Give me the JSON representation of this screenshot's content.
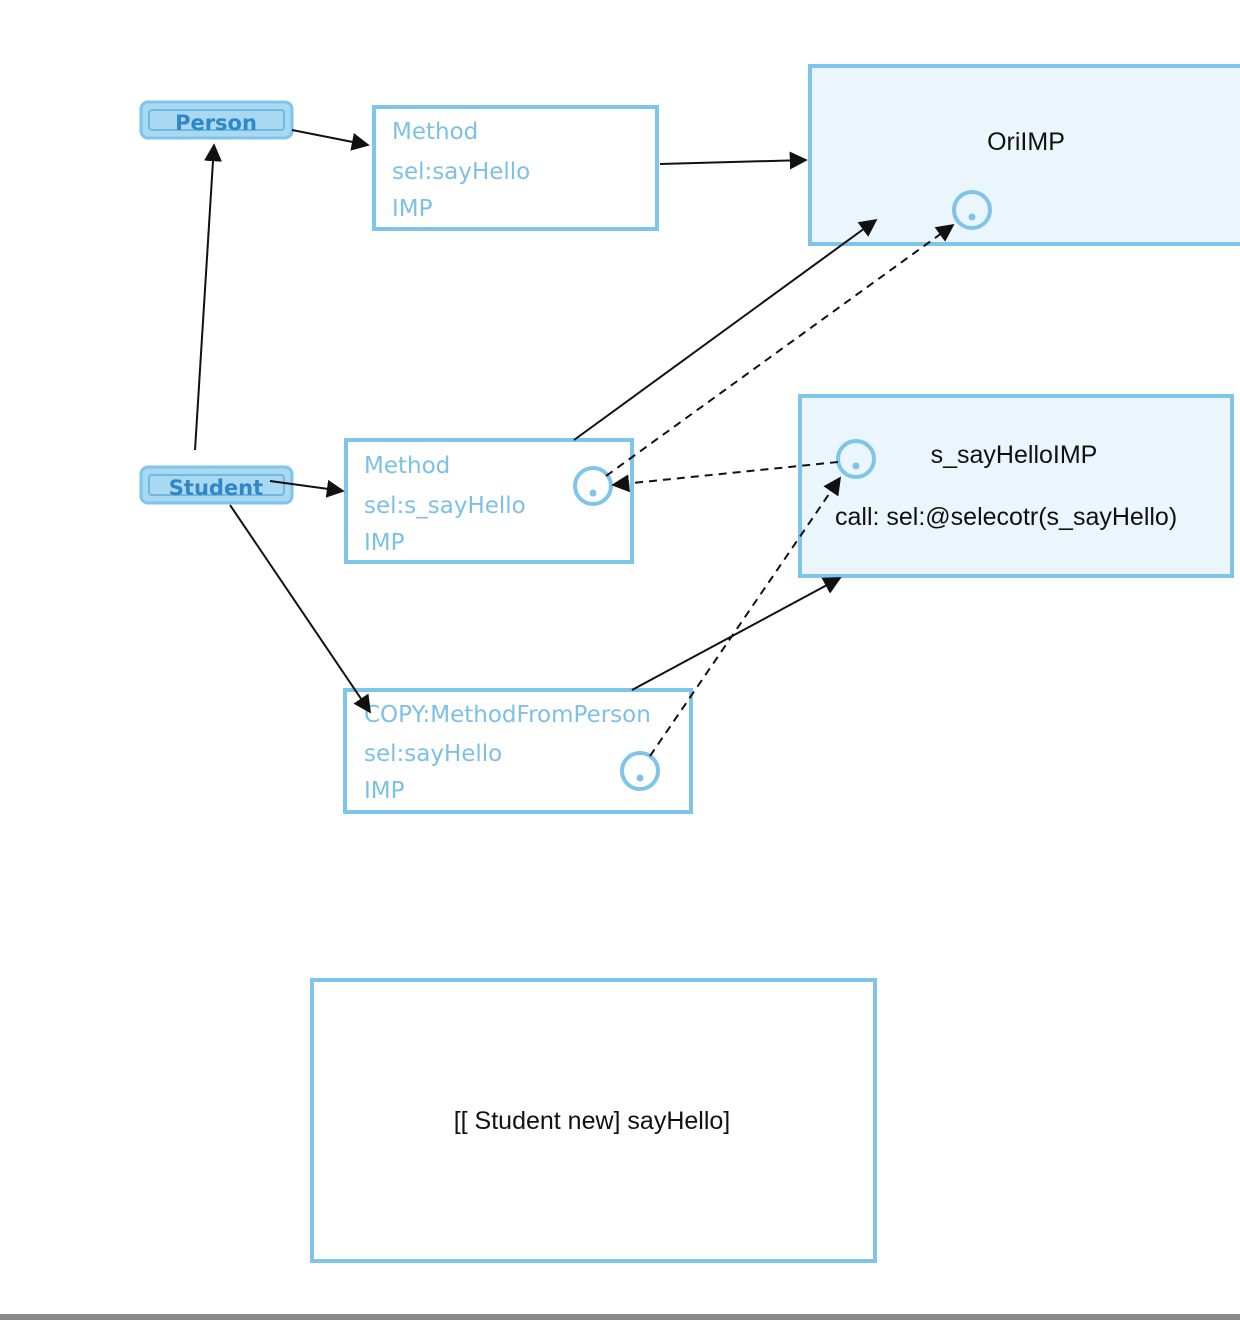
{
  "classes": {
    "person": "Person",
    "student": "Student"
  },
  "method_person": {
    "line1": "Method",
    "line2": "sel:sayHello",
    "line3": "IMP"
  },
  "method_student": {
    "line1": "Method",
    "line2": "sel:s_sayHello",
    "line3": "IMP"
  },
  "method_copy": {
    "line1": "COPY:MethodFromPerson",
    "line2": "sel:sayHello",
    "line3": "IMP"
  },
  "ori_imp": {
    "title": "OriIMP"
  },
  "s_imp": {
    "title": "s_sayHelloIMP",
    "call": "call: sel:@selecotr(s_sayHello)"
  },
  "code_box": {
    "text": "[[ Student new] sayHello]"
  },
  "colors": {
    "box_stroke": "#7fc4ea",
    "fill_light": "#eaf5fc",
    "class_fill": "#a9d8f1",
    "class_text": "#2f86c9",
    "method_text": "#7cc0e6",
    "arrow": "#111111"
  }
}
